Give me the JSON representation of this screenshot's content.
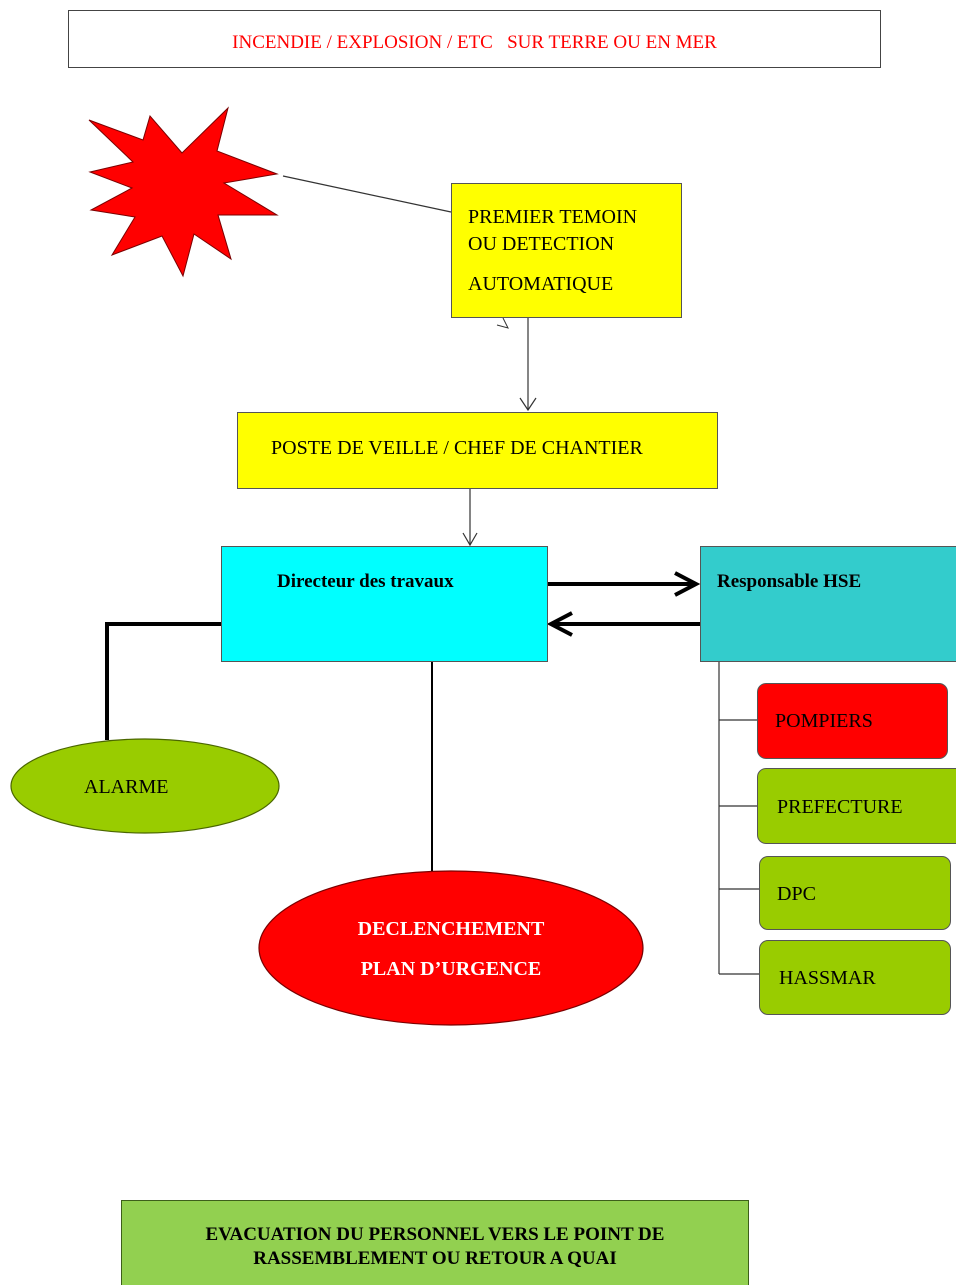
{
  "header": {
    "title": "INCENDIE / EXPLOSION / ETC   SUR TERRE OU EN MER"
  },
  "nodes": {
    "temoin": {
      "line1": "PREMIER TEMOIN",
      "line2": "OU DETECTION",
      "line3": "AUTOMATIQUE"
    },
    "poste": {
      "label": "POSTE DE VEILLE / CHEF DE CHANTIER"
    },
    "directeur": {
      "label": "Directeur des travaux"
    },
    "hse": {
      "label": "Responsable HSE"
    },
    "alarme": {
      "label": "ALARME"
    },
    "declenchement": {
      "line1": "DECLENCHEMENT",
      "line2": "PLAN D’URGENCE"
    },
    "pompiers": {
      "label": "POMPIERS"
    },
    "prefecture": {
      "label": "PREFECTURE"
    },
    "dpc": {
      "label": "DPC"
    },
    "hassmar": {
      "label": "HASSMAR"
    },
    "evacuation": {
      "line1": "EVACUATION DU PERSONNEL VERS LE POINT DE",
      "line2": "RASSEMBLEMENT OU RETOUR A QUAI"
    }
  },
  "colors": {
    "header_text": "#ff0000",
    "yellow": "#ffff00",
    "cyan": "#00ffff",
    "teal": "#33cccc",
    "red": "#ff0000",
    "green": "#99cc00",
    "light_green": "#92d050"
  }
}
